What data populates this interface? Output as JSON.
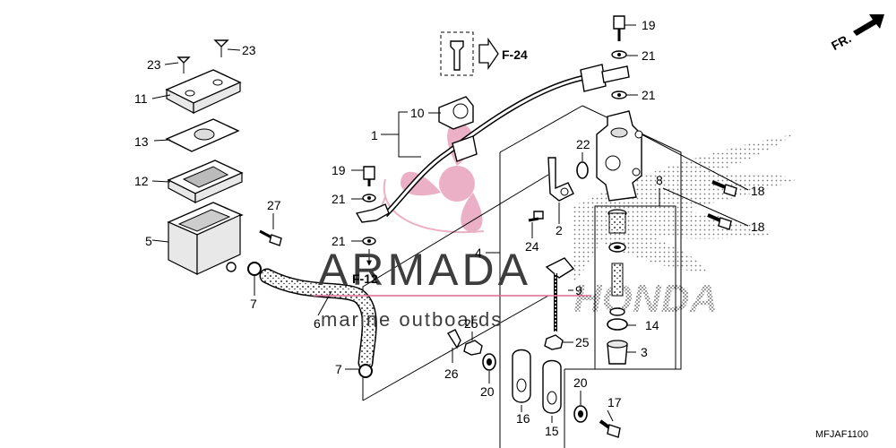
{
  "diagram": {
    "drawing_code": "MFJAF1100",
    "orientation_label": "FR.",
    "references": [
      "F-24",
      "F-12"
    ],
    "watermark": {
      "title": "ARMADA",
      "subtitle": "marine outboards"
    },
    "background_brand": "HONDA",
    "callouts": [
      {
        "id": "c1",
        "label": "1"
      },
      {
        "id": "c2",
        "label": "2"
      },
      {
        "id": "c3",
        "label": "3"
      },
      {
        "id": "c4",
        "label": "4"
      },
      {
        "id": "c5",
        "label": "5"
      },
      {
        "id": "c6",
        "label": "6"
      },
      {
        "id": "c7a",
        "label": "7"
      },
      {
        "id": "c7b",
        "label": "7"
      },
      {
        "id": "c8",
        "label": "8"
      },
      {
        "id": "c9",
        "label": "9"
      },
      {
        "id": "c10",
        "label": "10"
      },
      {
        "id": "c11",
        "label": "11"
      },
      {
        "id": "c12",
        "label": "12"
      },
      {
        "id": "c13",
        "label": "13"
      },
      {
        "id": "c14",
        "label": "14"
      },
      {
        "id": "c15",
        "label": "15"
      },
      {
        "id": "c16",
        "label": "16"
      },
      {
        "id": "c17",
        "label": "17"
      },
      {
        "id": "c18a",
        "label": "18"
      },
      {
        "id": "c18b",
        "label": "18"
      },
      {
        "id": "c19a",
        "label": "19"
      },
      {
        "id": "c19b",
        "label": "19"
      },
      {
        "id": "c20a",
        "label": "20"
      },
      {
        "id": "c20b",
        "label": "20"
      },
      {
        "id": "c21a",
        "label": "21"
      },
      {
        "id": "c21b",
        "label": "21"
      },
      {
        "id": "c21c",
        "label": "21"
      },
      {
        "id": "c21d",
        "label": "21"
      },
      {
        "id": "c22",
        "label": "22"
      },
      {
        "id": "c23a",
        "label": "23"
      },
      {
        "id": "c23b",
        "label": "23"
      },
      {
        "id": "c24",
        "label": "24"
      },
      {
        "id": "c25a",
        "label": "25"
      },
      {
        "id": "c25b",
        "label": "25"
      },
      {
        "id": "c26",
        "label": "26"
      },
      {
        "id": "c27",
        "label": "27"
      }
    ]
  }
}
